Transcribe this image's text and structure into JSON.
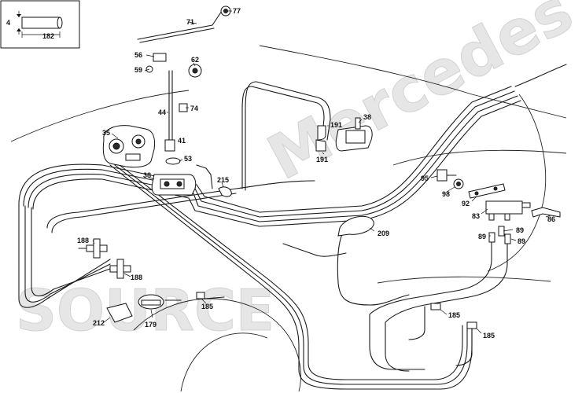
{
  "inset": {
    "dim_height": "4",
    "dim_length": "182"
  },
  "watermark": {
    "line1": "Mercedes",
    "line2": "SOURCE"
  },
  "callouts": [
    {
      "id": "c71",
      "text": "71"
    },
    {
      "id": "c77",
      "text": "77"
    },
    {
      "id": "c56",
      "text": "56"
    },
    {
      "id": "c59",
      "text": "59"
    },
    {
      "id": "c62",
      "text": "62"
    },
    {
      "id": "c44",
      "text": "44"
    },
    {
      "id": "c74",
      "text": "74"
    },
    {
      "id": "c35",
      "text": "35"
    },
    {
      "id": "c41",
      "text": "41"
    },
    {
      "id": "c53",
      "text": "53"
    },
    {
      "id": "c38a",
      "text": "38"
    },
    {
      "id": "c215",
      "text": "215"
    },
    {
      "id": "c191a",
      "text": "191"
    },
    {
      "id": "c191b",
      "text": "191"
    },
    {
      "id": "c38b",
      "text": "38"
    },
    {
      "id": "c95",
      "text": "95"
    },
    {
      "id": "c98",
      "text": "98"
    },
    {
      "id": "c92",
      "text": "92"
    },
    {
      "id": "c83",
      "text": "83"
    },
    {
      "id": "c86",
      "text": "86"
    },
    {
      "id": "c89a",
      "text": "89"
    },
    {
      "id": "c89b",
      "text": "89"
    },
    {
      "id": "c89c",
      "text": "89"
    },
    {
      "id": "c209",
      "text": "209"
    },
    {
      "id": "c188a",
      "text": "188"
    },
    {
      "id": "c188b",
      "text": "188"
    },
    {
      "id": "c212",
      "text": "212"
    },
    {
      "id": "c179",
      "text": "179"
    },
    {
      "id": "c185a",
      "text": "185"
    },
    {
      "id": "c185b",
      "text": "185"
    },
    {
      "id": "c185c",
      "text": "185"
    }
  ]
}
